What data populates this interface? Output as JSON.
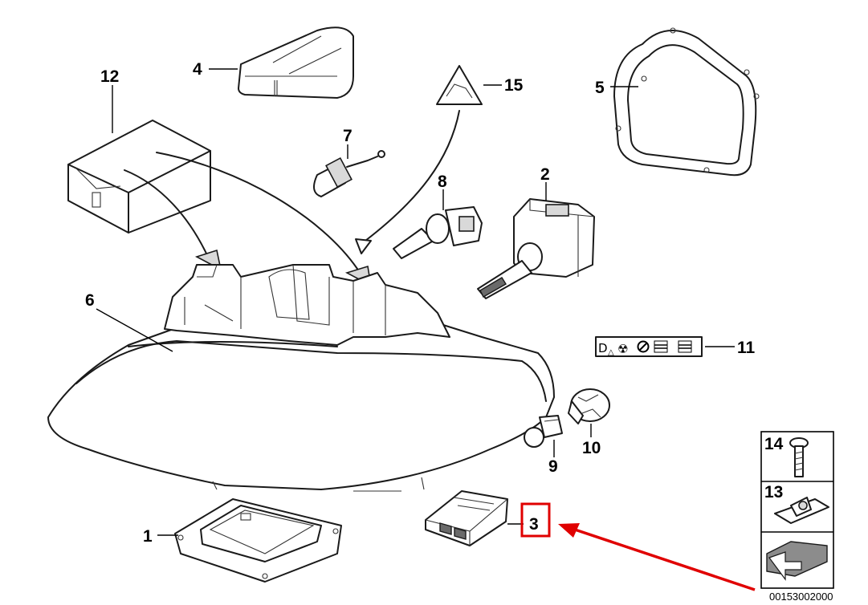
{
  "diagram": {
    "callouts": {
      "c1": "1",
      "c2": "2",
      "c3": "3",
      "c4": "4",
      "c5": "5",
      "c6": "6",
      "c7": "7",
      "c8": "8",
      "c9": "9",
      "c10": "10",
      "c11": "11",
      "c12": "12",
      "c13": "13",
      "c14": "14",
      "c15": "15"
    },
    "highlight_color": "#e00000",
    "footer_code": "00153002000"
  }
}
